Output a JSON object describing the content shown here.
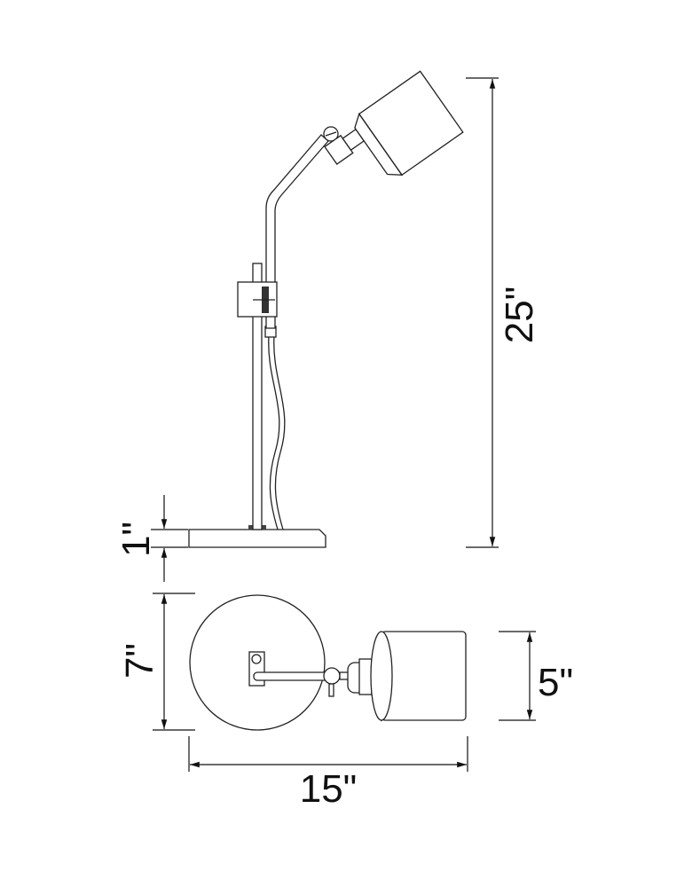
{
  "title": "Desk lamp dimension drawing",
  "dimensions": {
    "overall_height": "25\"",
    "base_height": "1\"",
    "base_diameter": "7\"",
    "shade_diameter": "5\"",
    "overall_width": "15\""
  },
  "colors": {
    "line": "#222222",
    "background": "#ffffff"
  }
}
